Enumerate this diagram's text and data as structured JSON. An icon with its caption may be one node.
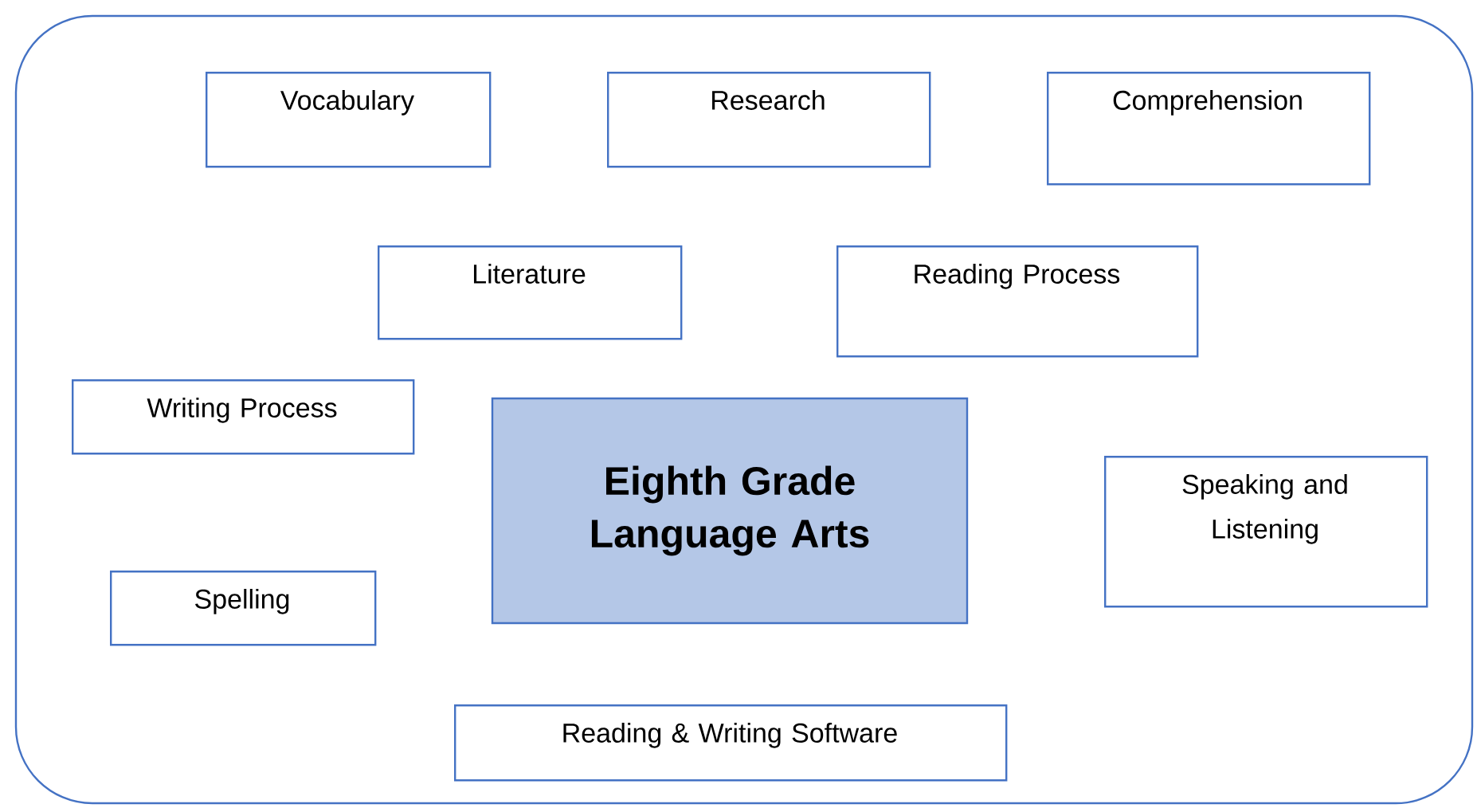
{
  "diagram": {
    "nodes": [
      {
        "text": [],
        "shape": "box"
      },
      {
        "text": [
          "Vocabulary"
        ],
        "in": 0
      },
      {
        "text": [
          "Research"
        ],
        "in": 0
      },
      {
        "text": [
          "Comprehension"
        ],
        "in": 0
      },
      {
        "text": [
          "Literature"
        ],
        "in": 0
      },
      {
        "text": [
          "Reading Process"
        ],
        "in": 0
      },
      {
        "text": [
          "Writing Process"
        ],
        "in": 0
      },
      {
        "text": [
          "Eighth Grade Language Arts"
        ],
        "in": 0
      },
      {
        "text": [
          "Speaking and Listening"
        ],
        "in": 0
      },
      {
        "text": [
          "Spelling"
        ],
        "in": 0
      },
      {
        "text": [
          "Reading & Writing Software"
        ],
        "in": 0
      }
    ]
  }
}
